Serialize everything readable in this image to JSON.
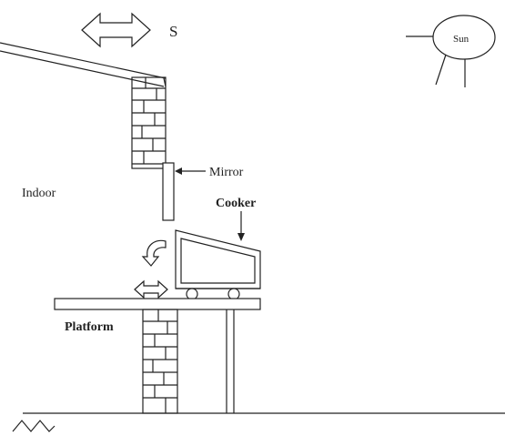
{
  "labels": {
    "direction": "S",
    "sun": "Sun",
    "mirror": "Mirror",
    "indoor": "Indoor",
    "cooker": "Cooker",
    "platform": "Platform"
  },
  "colors": {
    "ink": "#222222",
    "background": "#ffffff"
  },
  "icons": {
    "direction_arrow": "double-headed-arrow-icon",
    "rotate_arrow": "curved-rotation-arrow-icon",
    "slide_arrow": "double-headed-arrow-icon",
    "sun": "sun-icon",
    "ground": "ground-hatch-icon"
  }
}
